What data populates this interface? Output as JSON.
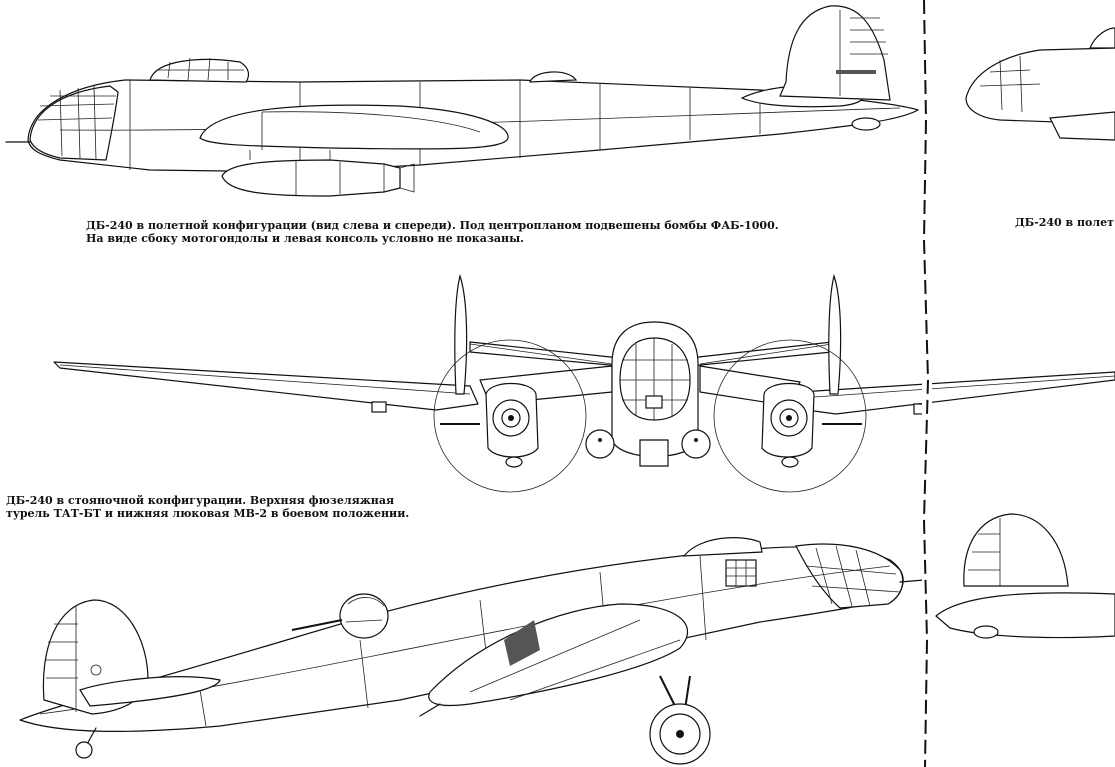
{
  "captions": {
    "flight_line1": "ДБ-240 в полетной конфигурации (вид слева и спереди). Под центропланом подвешены бомбы ФАБ-1000.",
    "flight_line2": "На виде сбоку мотогондолы и левая консоль условно не показаны.",
    "parking_line1": "ДБ-240 в стояночной конфигурации. Верхняя фюзеляжная",
    "parking_line2": "турель ТАТ-БТ и нижняя люковая МВ-2 в боевом положении.",
    "cropped_right": "ДБ-240 в полет"
  }
}
